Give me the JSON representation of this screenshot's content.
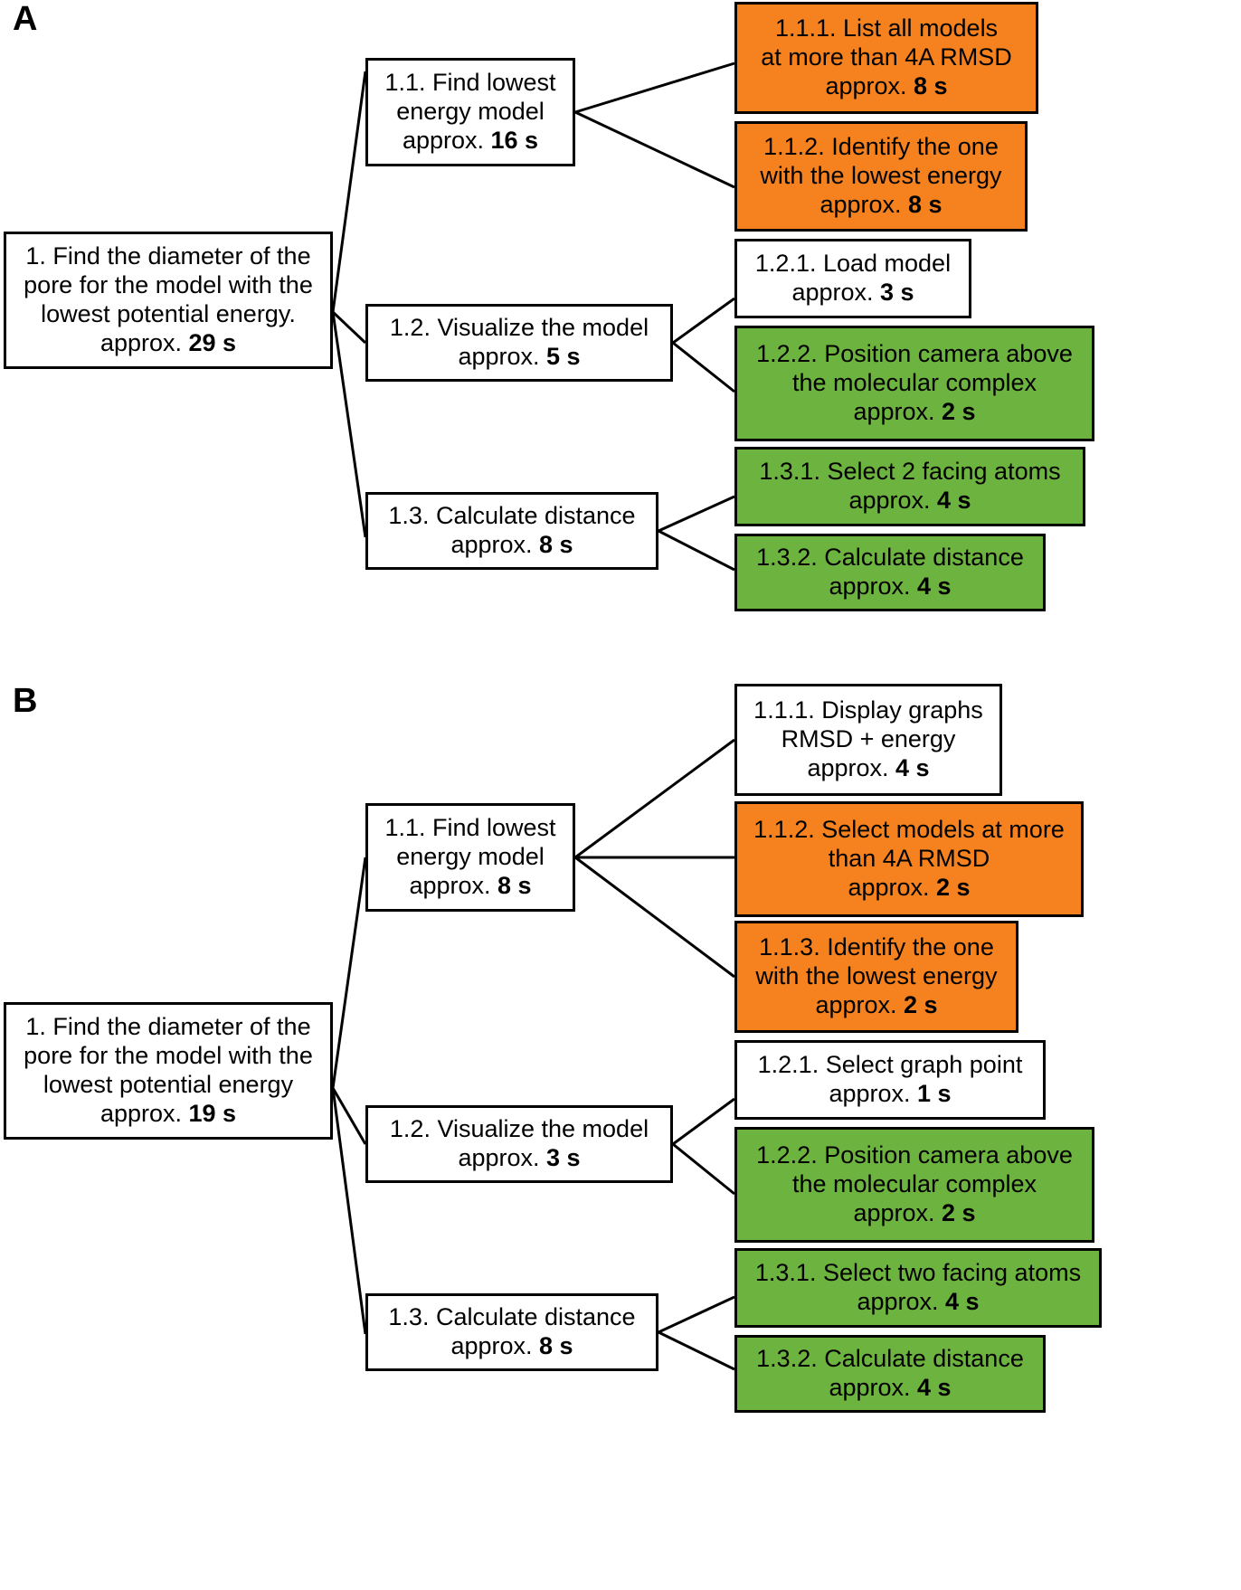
{
  "figure": {
    "type": "hierarchical-task-decomposition",
    "colors": {
      "orange": "#F5821F",
      "green": "#6DB33F",
      "white": "#FFFFFF",
      "border": "#000000",
      "text": "#000000"
    },
    "legend_meaning": {
      "orange": "analysis / selection sub-steps",
      "green": "visualization / measurement sub-steps",
      "white": "neutral sub-steps"
    }
  },
  "panels": [
    {
      "id": "A",
      "label": "A",
      "root": {
        "id": "a-root",
        "number": "1.",
        "text": "1. Find the diameter of the\npore for the model with the\nlowest potential energy.\napprox. ",
        "time": "29 s",
        "color": "white"
      },
      "level2": [
        {
          "id": "a-1-1",
          "text": "1.1. Find lowest\nenergy model\napprox. ",
          "time": "16 s",
          "color": "white"
        },
        {
          "id": "a-1-2",
          "text": "1.2. Visualize the model\napprox. ",
          "time": "5 s",
          "color": "white"
        },
        {
          "id": "a-1-3",
          "text": "1.3. Calculate distance\napprox. ",
          "time": "8 s",
          "color": "white"
        }
      ],
      "level3": [
        {
          "id": "a-1-1-1",
          "text": "1.1.1. List all models\nat more than 4A RMSD\napprox. ",
          "time": "8 s",
          "color": "orange"
        },
        {
          "id": "a-1-1-2",
          "text": "1.1.2. Identify the one\nwith the lowest energy\napprox. ",
          "time": "8 s",
          "color": "orange"
        },
        {
          "id": "a-1-2-1",
          "text": "1.2.1. Load model\napprox. ",
          "time": "3 s",
          "color": "white"
        },
        {
          "id": "a-1-2-2",
          "text": "1.2.2. Position camera above\nthe molecular complex\napprox. ",
          "time": "2 s",
          "color": "green"
        },
        {
          "id": "a-1-3-1",
          "text": "1.3.1. Select 2 facing atoms\napprox. ",
          "time": "4 s",
          "color": "green"
        },
        {
          "id": "a-1-3-2",
          "text": "1.3.2. Calculate distance\napprox. ",
          "time": "4 s",
          "color": "green"
        }
      ]
    },
    {
      "id": "B",
      "label": "B",
      "root": {
        "id": "b-root",
        "number": "1.",
        "text": "1. Find the diameter of the\npore for the model with the\nlowest potential energy\napprox. ",
        "time": "19 s",
        "color": "white"
      },
      "level2": [
        {
          "id": "b-1-1",
          "text": "1.1. Find lowest\nenergy model\napprox. ",
          "time": "8 s",
          "color": "white"
        },
        {
          "id": "b-1-2",
          "text": "1.2. Visualize the model\napprox. ",
          "time": "3 s",
          "color": "white"
        },
        {
          "id": "b-1-3",
          "text": "1.3. Calculate distance\napprox. ",
          "time": "8 s",
          "color": "white"
        }
      ],
      "level3": [
        {
          "id": "b-1-1-1",
          "text": "1.1.1. Display graphs\nRMSD + energy\napprox. ",
          "time": "4 s",
          "color": "white"
        },
        {
          "id": "b-1-1-2",
          "text": "1.1.2. Select models at more\nthan 4A RMSD\napprox. ",
          "time": "2 s",
          "color": "orange"
        },
        {
          "id": "b-1-1-3",
          "text": "1.1.3. Identify the one\nwith the lowest energy\napprox. ",
          "time": "2 s",
          "color": "orange"
        },
        {
          "id": "b-1-2-1",
          "text": "1.2.1. Select graph point\napprox. ",
          "time": "1 s",
          "color": "white"
        },
        {
          "id": "b-1-2-2",
          "text": "1.2.2. Position camera above\nthe molecular complex\napprox. ",
          "time": "2 s",
          "color": "green"
        },
        {
          "id": "b-1-3-1",
          "text": "1.3.1. Select two facing atoms\napprox. ",
          "time": "4 s",
          "color": "green"
        },
        {
          "id": "b-1-3-2",
          "text": "1.3.2. Calculate distance\napprox. ",
          "time": "4 s",
          "color": "green"
        }
      ]
    }
  ]
}
